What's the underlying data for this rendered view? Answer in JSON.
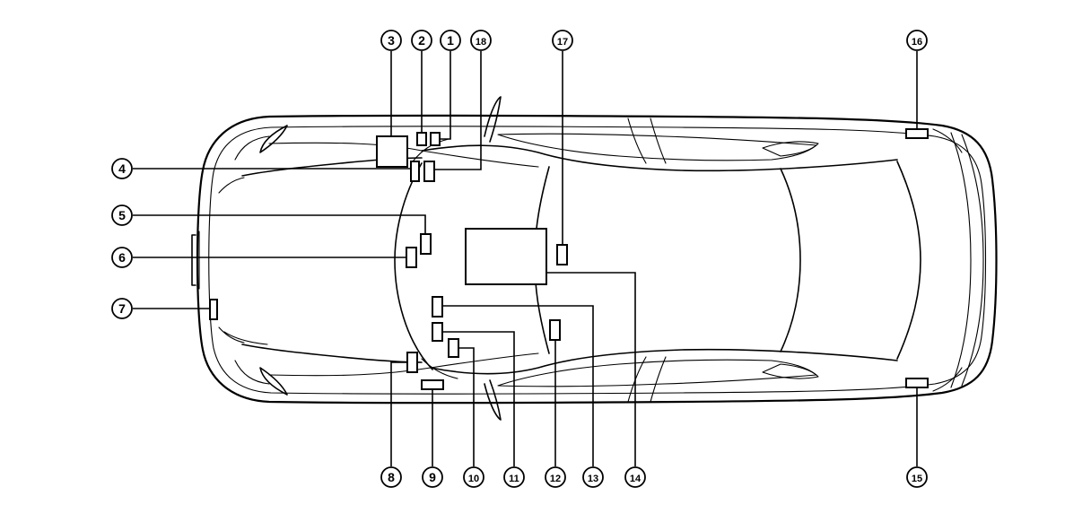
{
  "figure": {
    "callouts": [
      {
        "id": "c3",
        "label": "3"
      },
      {
        "id": "c2",
        "label": "2"
      },
      {
        "id": "c1",
        "label": "1"
      },
      {
        "id": "c18",
        "label": "18"
      },
      {
        "id": "c17",
        "label": "17"
      },
      {
        "id": "c16",
        "label": "16"
      },
      {
        "id": "c4",
        "label": "4"
      },
      {
        "id": "c5",
        "label": "5"
      },
      {
        "id": "c6",
        "label": "6"
      },
      {
        "id": "c7",
        "label": "7"
      },
      {
        "id": "c8",
        "label": "8"
      },
      {
        "id": "c9",
        "label": "9"
      },
      {
        "id": "c10",
        "label": "10"
      },
      {
        "id": "c11",
        "label": "11"
      },
      {
        "id": "c12",
        "label": "12"
      },
      {
        "id": "c13",
        "label": "13"
      },
      {
        "id": "c14",
        "label": "14"
      },
      {
        "id": "c15",
        "label": "15"
      }
    ],
    "colors": {
      "ink": "#000000",
      "paper": "#ffffff"
    }
  }
}
